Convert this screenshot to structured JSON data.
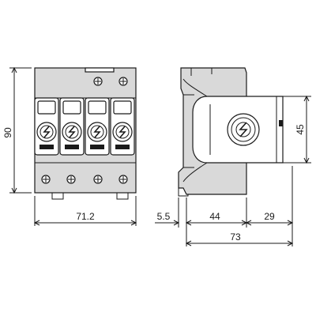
{
  "dimensions": {
    "front_height": "90",
    "front_width": "71.2",
    "side_height": "45",
    "side_offset": "5.5",
    "side_body": "44",
    "side_head": "29",
    "side_total": "73"
  },
  "diagram": {
    "module_count": 4,
    "icons": [
      "surge-lightning-icon"
    ],
    "colors": {
      "line": "#1a1a1a",
      "housing": "#d9d9d9",
      "background": "#ffffff"
    }
  }
}
